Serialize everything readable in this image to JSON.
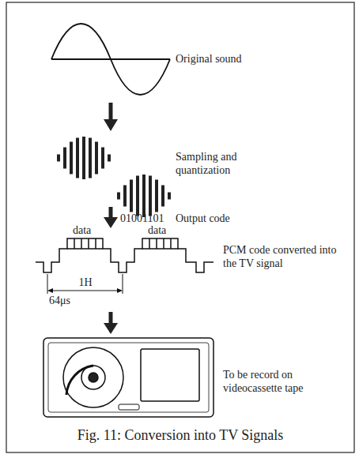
{
  "diagram": {
    "caption": "Fig. 11: Conversion into TV Signals",
    "labels": [
      "Original sound",
      "Sampling and quantization",
      "01001101",
      "Output code",
      "data",
      "data",
      "PCM code converted into the TV signal",
      "1H",
      "64μs",
      "To be record on videocassette tape"
    ]
  }
}
